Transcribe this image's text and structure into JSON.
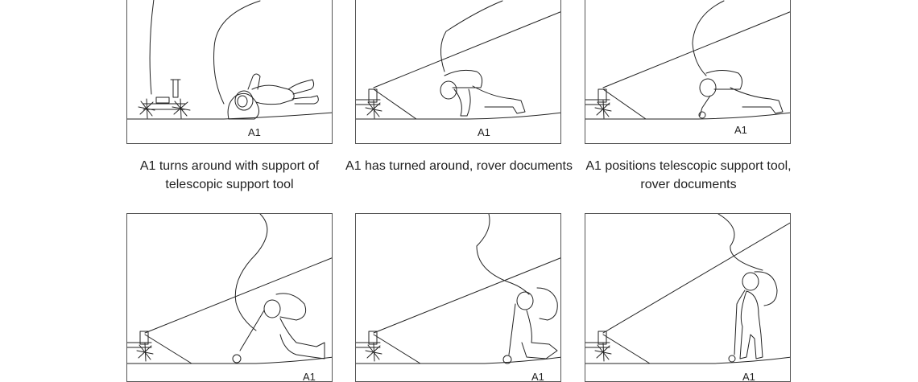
{
  "panels": [
    {
      "label": "A1",
      "caption": "A1 turns around with support of telescopic support tool"
    },
    {
      "label": "A1",
      "caption": "A1 has turned around, rover documents"
    },
    {
      "label": "A1",
      "caption": "A1 positions telescopic support tool, rover documents"
    },
    {
      "label": "A1",
      "caption": ""
    },
    {
      "label": "A1",
      "caption": ""
    },
    {
      "label": "A1",
      "caption": ""
    }
  ],
  "colors": {
    "line": "#222222",
    "frame": "#555555",
    "background": "#ffffff"
  }
}
